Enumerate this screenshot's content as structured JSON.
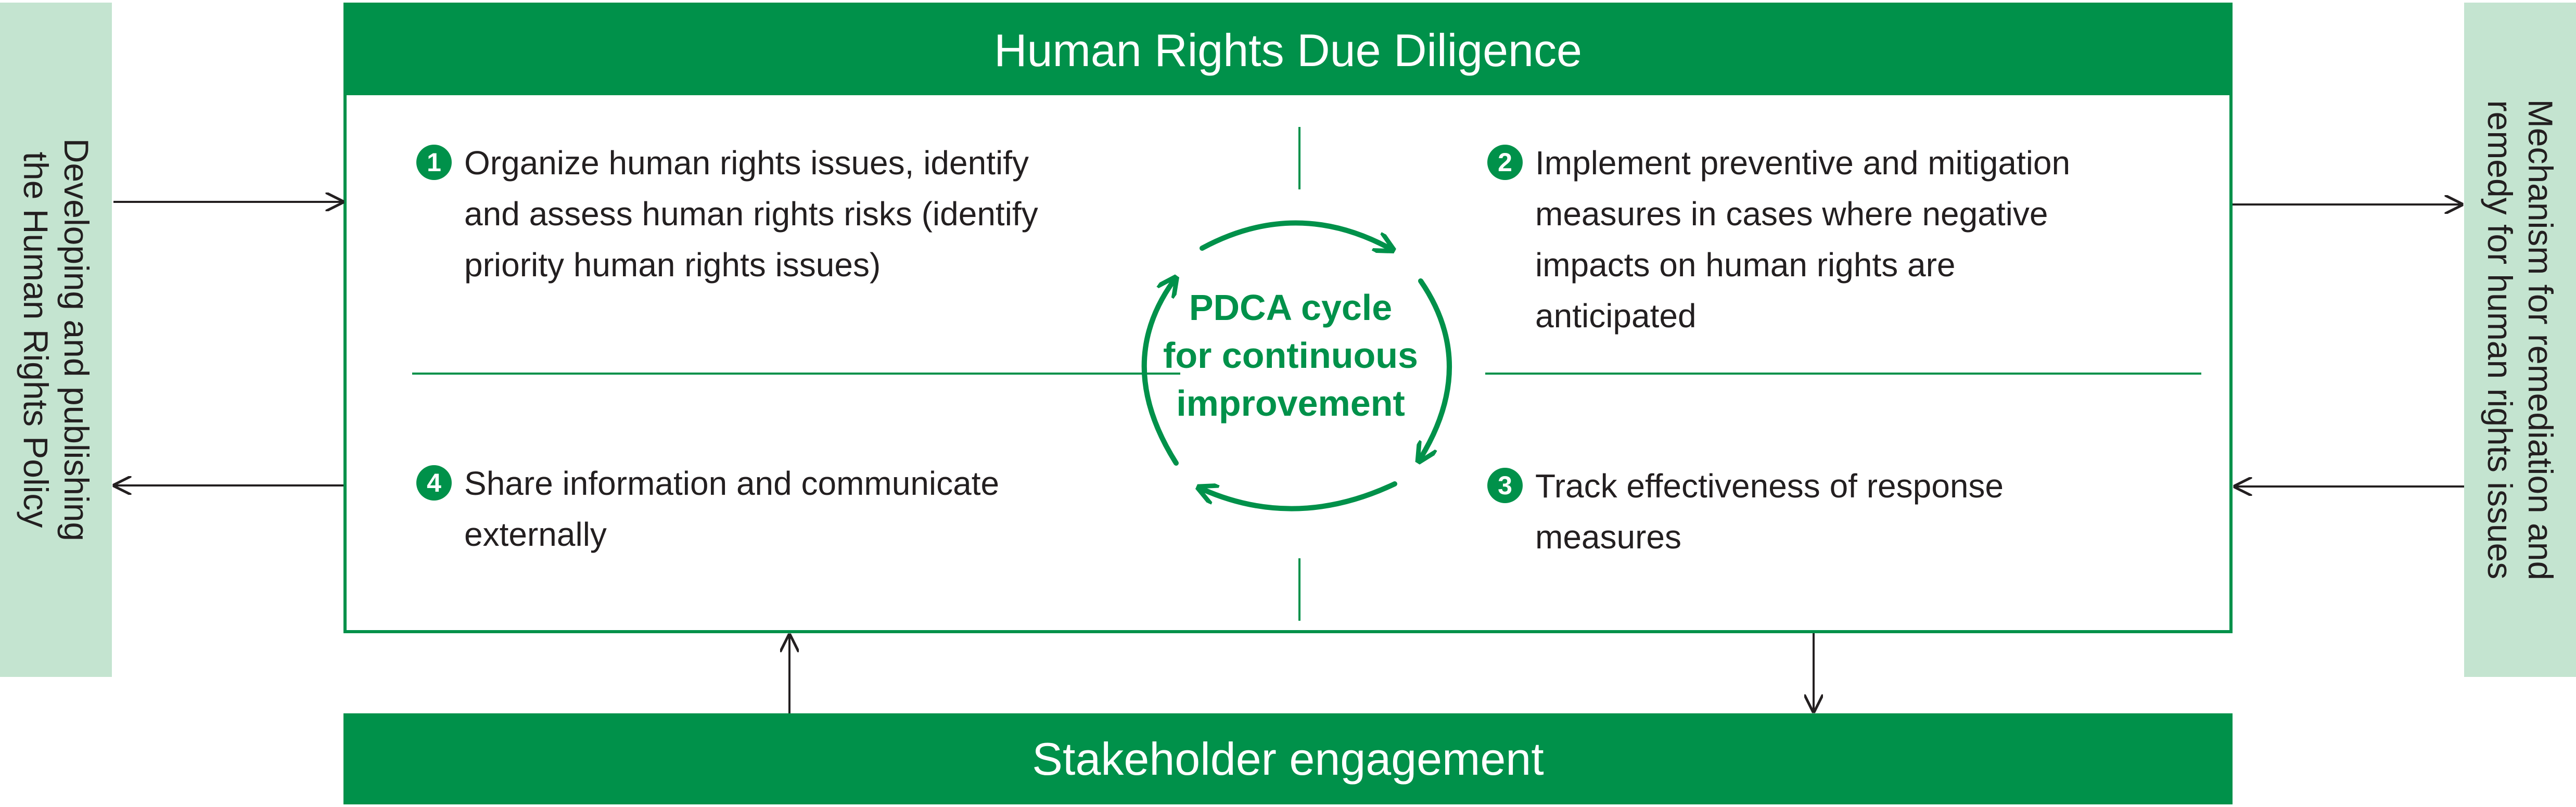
{
  "left_panel": {
    "line1": "Developing and publishing",
    "line2": "the Human Rights Policy"
  },
  "right_panel": {
    "line1": "Mechanism for remediation and",
    "line2": "remedy for human rights issues"
  },
  "hrdd": {
    "title": "Human Rights Due Diligence",
    "steps": [
      {
        "number": "1",
        "lines": [
          "Organize human rights issues, identify",
          "and assess human rights risks (identify",
          "priority human rights issues)"
        ]
      },
      {
        "number": "2",
        "lines": [
          "Implement preventive and mitigation",
          "measures in cases where negative",
          "impacts on human rights are",
          "anticipated"
        ]
      },
      {
        "number": "3",
        "lines": [
          "Track effectiveness of response",
          "measures"
        ]
      },
      {
        "number": "4",
        "lines": [
          "Share information and communicate",
          "externally"
        ]
      }
    ],
    "cycle": {
      "lines": [
        "PDCA cycle",
        "for continuous",
        "improvement"
      ]
    }
  },
  "stakeholder": {
    "label": "Stakeholder engagement"
  },
  "colors": {
    "brand_green": "#00914a",
    "side_panel": "#c4e4d0",
    "text": "#231f20"
  }
}
